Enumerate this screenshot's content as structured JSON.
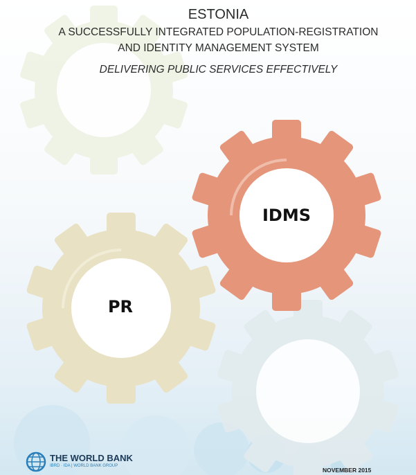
{
  "cover": {
    "title": "ESTONIA",
    "subtitle_line1": "A SUCCESSFULLY INTEGRATED POPULATION-REGISTRATION",
    "subtitle_line2": "AND IDENTITY MANAGEMENT SYSTEM",
    "tagline": "DELIVERING PUBLIC SERVICES EFFECTIVELY",
    "gear_labels": {
      "idms": "IDMS",
      "pr": "PR"
    },
    "publisher": {
      "name": "THE WORLD BANK",
      "sub": "IBRD · IDA | WORLD BANK GROUP"
    },
    "date": "NOVEMBER 2015"
  },
  "colors": {
    "idms_gear": "#e4957a",
    "pr_gear": "#e8e1c3",
    "faint_green_gear": "#eef3e4",
    "faint_blue_gear": "#e2ebee",
    "logo_blue": "#2a7fb8"
  }
}
